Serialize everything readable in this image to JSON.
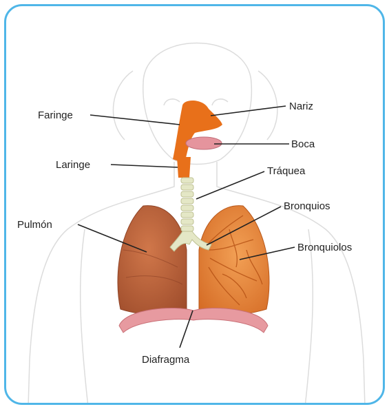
{
  "labels": {
    "nariz": "Nariz",
    "faringe": "Faringe",
    "boca": "Boca",
    "laringe": "Laringe",
    "traquea": "Tráquea",
    "bronquios": "Bronquios",
    "pulmon": "Pulmón",
    "bronquiolos": "Bronquiolos",
    "diafragma": "Diafragma"
  },
  "colors": {
    "frame_border": "#4fb6e8",
    "airway_orange": "#e8701a",
    "lung_brown": "#b5603a",
    "trachea_cream": "#e4e7c6",
    "diaphragm_pink": "#e79aa0"
  }
}
